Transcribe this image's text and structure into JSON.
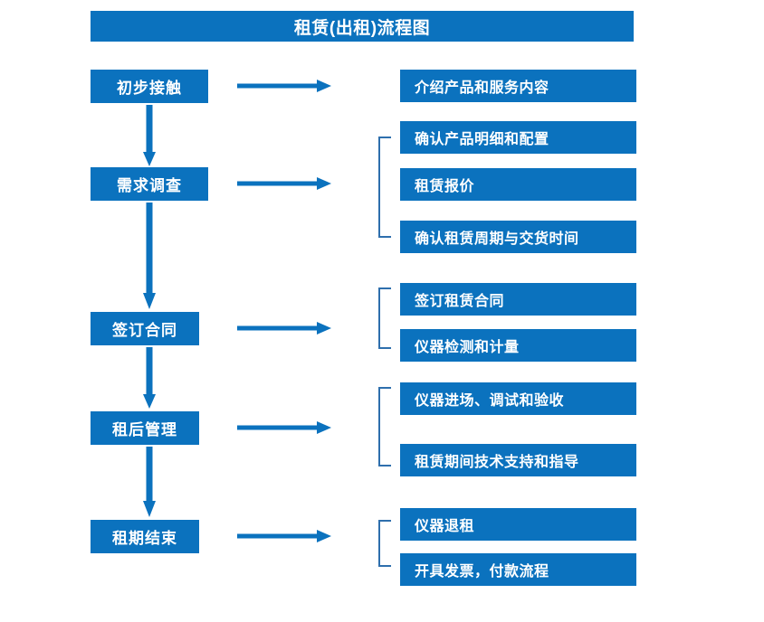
{
  "diagram": {
    "title": "租赁(出租)流程图",
    "accent_color": "#0b72be",
    "bracket_color": "#2e6fad",
    "text_color": "#ffffff",
    "background_color": "#ffffff"
  },
  "stages": [
    {
      "label": "初步接触"
    },
    {
      "label": "需求调查"
    },
    {
      "label": "签订合同"
    },
    {
      "label": "租后管理"
    },
    {
      "label": "租期结束"
    }
  ],
  "details": [
    {
      "label": "介绍产品和服务内容"
    },
    {
      "label": "确认产品明细和配置"
    },
    {
      "label": "租赁报价"
    },
    {
      "label": "确认租赁周期与交货时间"
    },
    {
      "label": "签订租赁合同"
    },
    {
      "label": "仪器检测和计量"
    },
    {
      "label": "仪器进场、调试和验收"
    },
    {
      "label": "租赁期间技术支持和指导"
    },
    {
      "label": "仪器退租"
    },
    {
      "label": "开具发票，付款流程"
    }
  ],
  "icons": {
    "arrow_right": "arrow-right-icon",
    "arrow_down": "arrow-down-icon",
    "bracket": "group-bracket-icon"
  }
}
